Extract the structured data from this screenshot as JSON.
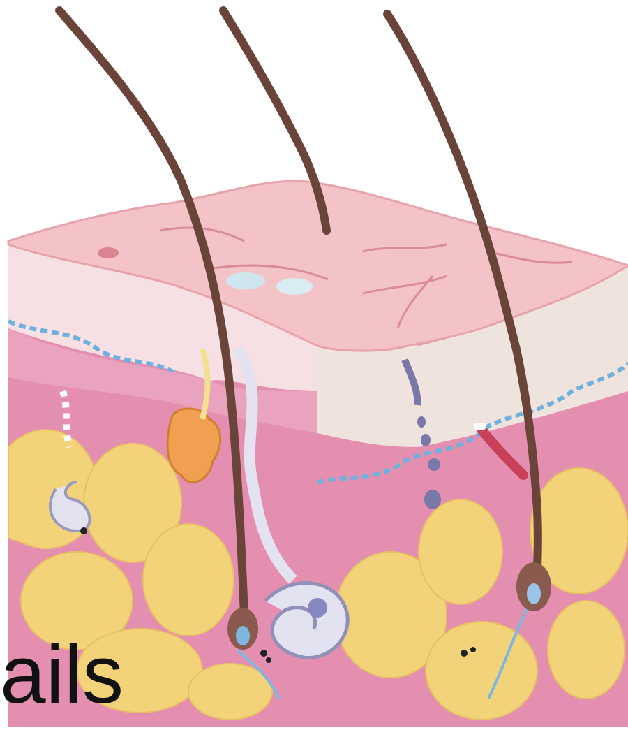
{
  "caption": "ails",
  "colors": {
    "epidermis_top": "#f4c3c8",
    "epidermis_side": "#f2e2e0",
    "dermis": "#e58fb0",
    "fat": "#f3d37a",
    "hair": "#6a4438",
    "sweat_gland": "#e2e2f0",
    "sebaceous_gland": "#f0a050",
    "vessel": "#7fb6e0"
  },
  "structures": [
    "hair-shaft",
    "skin-surface",
    "epidermis",
    "dermis",
    "subcutaneous-fat",
    "sweat-gland",
    "sebaceous-gland",
    "hair-follicle",
    "arrector-pili-muscle",
    "blood-vessel",
    "sweat-duct",
    "nerve"
  ]
}
